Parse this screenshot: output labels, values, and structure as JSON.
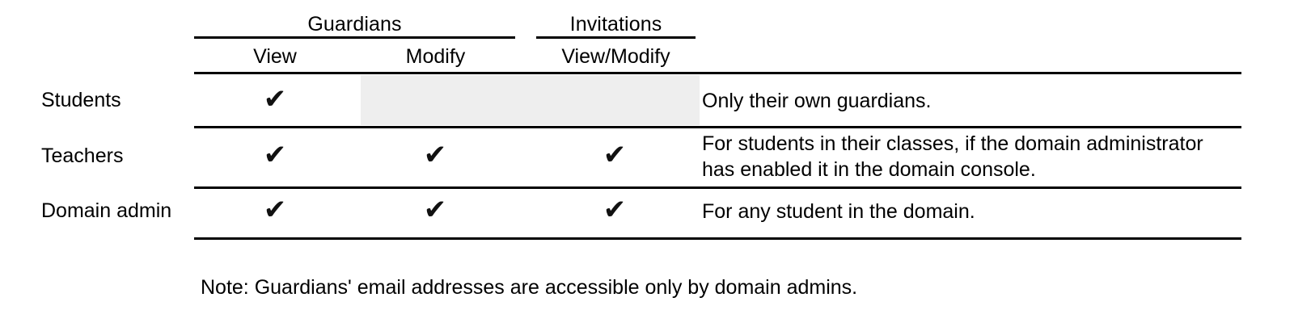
{
  "table": {
    "group_headers": [
      {
        "label": "Guardians"
      },
      {
        "label": "Invitations"
      }
    ],
    "column_headers": [
      {
        "label": "View"
      },
      {
        "label": "Modify"
      },
      {
        "label": "View/Modify"
      }
    ],
    "check_glyph": "✔",
    "shaded_color": "#eeeeee",
    "rule_color": "#000000",
    "rows": [
      {
        "label": "Students",
        "guardians_view": "✔",
        "guardians_modify": "",
        "invitations_view_modify": "",
        "notes": "Only their own guardians."
      },
      {
        "label": "Teachers",
        "guardians_view": "✔",
        "guardians_modify": "✔",
        "invitations_view_modify": "✔",
        "notes": "For students in their classes, if the domain administrator has enabled it in the domain console."
      },
      {
        "label": "Domain admin",
        "guardians_view": "✔",
        "guardians_modify": "✔",
        "invitations_view_modify": "✔",
        "notes": "For any student in the domain."
      }
    ]
  },
  "footer": {
    "note": "Note: Guardians' email addresses are accessible only by domain admins."
  }
}
